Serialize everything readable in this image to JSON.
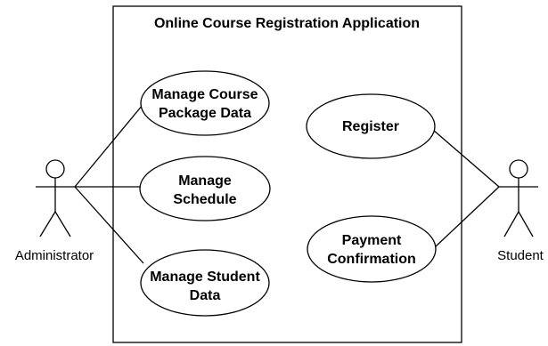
{
  "diagram": {
    "system": {
      "title": "Online Course Registration Application"
    },
    "actors": [
      {
        "id": "admin",
        "label": "Administrator"
      },
      {
        "id": "student",
        "label": "Student"
      }
    ],
    "use_cases": [
      {
        "id": "uc1",
        "lines": [
          "Manage Course",
          "Package Data"
        ],
        "actor": "admin"
      },
      {
        "id": "uc2",
        "lines": [
          "Manage",
          "Schedule"
        ],
        "actor": "admin"
      },
      {
        "id": "uc3",
        "lines": [
          "Manage Student",
          "Data"
        ],
        "actor": "admin"
      },
      {
        "id": "uc4",
        "lines": [
          "Register"
        ],
        "actor": "student"
      },
      {
        "id": "uc5",
        "lines": [
          "Payment",
          "Confirmation"
        ],
        "actor": "student"
      }
    ]
  }
}
